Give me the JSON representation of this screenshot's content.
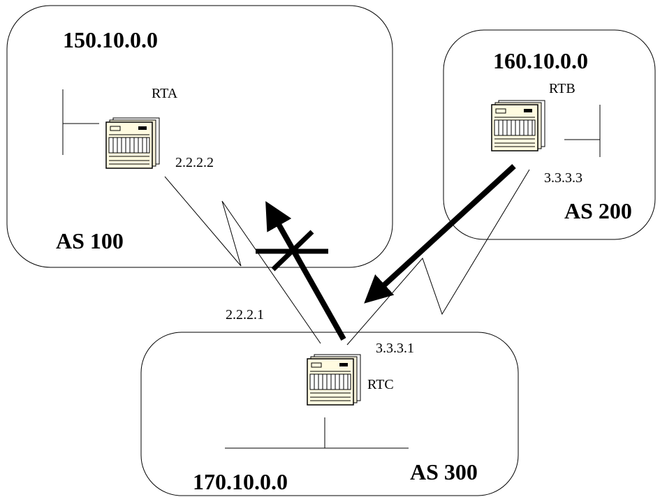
{
  "regions": {
    "as100": {
      "network": "150.10.0.0",
      "as": "AS 100"
    },
    "as200": {
      "network": "160.10.0.0",
      "as": "AS 200"
    },
    "as300": {
      "network": "170.10.0.0",
      "as": "AS 300"
    }
  },
  "routers": {
    "rta": {
      "name": "RTA",
      "ip": "2.2.2.2"
    },
    "rtb": {
      "name": "RTB",
      "ip": "3.3.3.3"
    },
    "rtc": {
      "name": "RTC",
      "ip_to_rta": "2.2.2.1",
      "ip_to_rtb": "3.3.3.1"
    }
  },
  "colors": {
    "stroke": "#000000",
    "router_face": "#fffbe0",
    "router_shadow": "#c8b87a"
  },
  "icons": {
    "router": "router-icon",
    "block": "blocked-x-icon"
  }
}
